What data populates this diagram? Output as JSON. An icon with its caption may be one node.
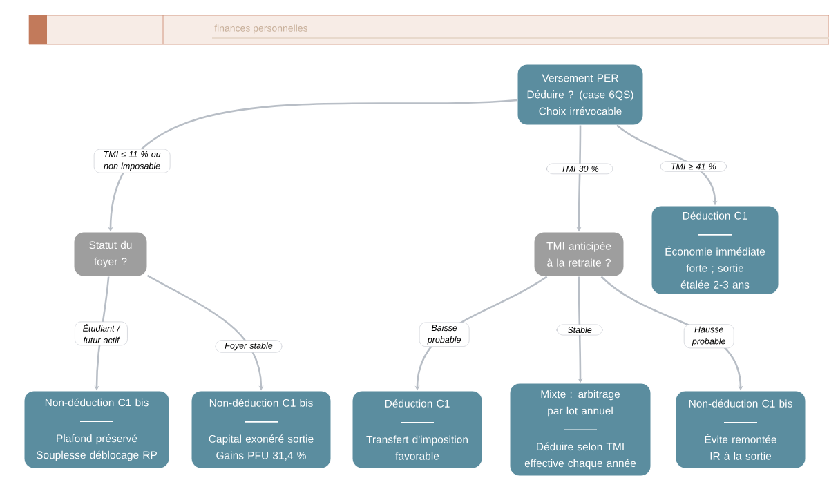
{
  "diagram": {
    "nodes": [
      {
        "text": [
          "Versement PER",
          "Déduire ? (case 6QS)",
          "Choix irrévocable"
        ]
      },
      {
        "text": [
          "Statut du foyer ?"
        ]
      },
      {
        "text": [
          "TMI anticipée à la retraite ?"
        ]
      },
      {
        "text": [
          "Déduction C1",
          "Économie immédiate forte ; sortie étalée 2-3 ans"
        ]
      },
      {
        "text": [
          "Non-déduction C1 bis",
          "Plafond préservé",
          "Souplesse déblocage RP"
        ]
      },
      {
        "text": [
          "Non-déduction C1 bis",
          "Capital exonéré sortie",
          "Gains PFU 31,4 %"
        ]
      },
      {
        "text": [
          "Déduction C1",
          "Transfert d'imposition favorable"
        ]
      },
      {
        "text": [
          "Mixte : arbitrage par lot annuel",
          "Déduire selon TMI effective chaque année"
        ]
      },
      {
        "text": [
          "Non-déduction C1 bis",
          "Évite remontée IR à la sortie"
        ]
      }
    ],
    "edges": [
      {
        "from": 0,
        "to": 1,
        "arrow": "to",
        "label": "TMI ≤ 11 % ou non imposable"
      },
      {
        "from": 0,
        "to": 2,
        "arrow": "to",
        "label": "TMI 30 %"
      },
      {
        "from": 0,
        "to": 3,
        "arrow": "to",
        "label": "TMI ≥ 41 %"
      },
      {
        "from": 1,
        "to": 4,
        "arrow": "to",
        "label": "Étudiant / futur actif"
      },
      {
        "from": 1,
        "to": 5,
        "arrow": "to",
        "label": "Foyer stable"
      },
      {
        "from": 2,
        "to": 6,
        "arrow": "to",
        "label": "Baisse probable"
      },
      {
        "from": 2,
        "to": 7,
        "arrow": "to",
        "label": "Stable"
      },
      {
        "from": 2,
        "to": 8,
        "arrow": "to",
        "label": "Hausse probable"
      }
    ],
    "labels": [
      "finances personnelles"
    ]
  }
}
